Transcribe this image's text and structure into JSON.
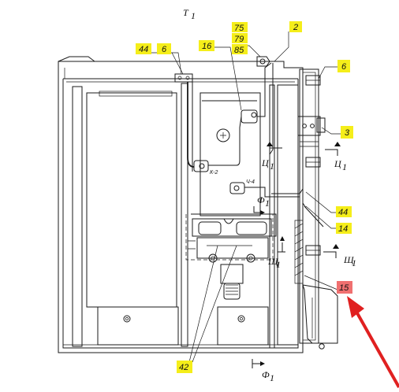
{
  "colors": {
    "callout_fill": "#f5ee1a",
    "highlight_fill": "#f07070",
    "arrow_color": "#e02020",
    "line_color": "#1a1a1a"
  },
  "labels": {
    "top_title": "Т",
    "top_title_sub": "1",
    "bottom_title": "Ф",
    "bottom_title_sub": "1",
    "section_u_left": "Ц",
    "section_u_left_sub": "1",
    "section_u_right": "Ц",
    "section_u_right_sub": "1",
    "section_f_mid": "Ф",
    "section_f_mid_sub": "1",
    "section_sh_mid": "Щ",
    "section_sh_mid_sub": "1",
    "section_sh_right": "Щ",
    "section_sh_right_sub": "1",
    "wire_k2": "К-2",
    "wire_ch4": "Ч-4"
  },
  "callouts": [
    {
      "id": "44-top",
      "text": "44"
    },
    {
      "id": "6-top",
      "text": "6"
    },
    {
      "id": "16",
      "text": "16"
    },
    {
      "id": "75",
      "text": "75"
    },
    {
      "id": "79",
      "text": "79"
    },
    {
      "id": "85",
      "text": "85"
    },
    {
      "id": "2",
      "text": "2"
    },
    {
      "id": "6-right",
      "text": "6"
    },
    {
      "id": "3",
      "text": "3"
    },
    {
      "id": "44-right",
      "text": "44"
    },
    {
      "id": "14",
      "text": "14"
    },
    {
      "id": "15",
      "text": "15"
    },
    {
      "id": "42",
      "text": "42"
    }
  ]
}
